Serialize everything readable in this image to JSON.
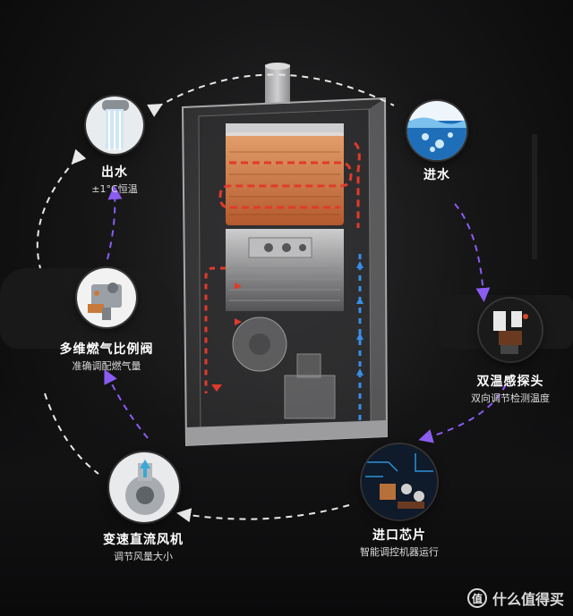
{
  "features": {
    "outlet": {
      "title": "出水",
      "subtitle": "±1°C恒温"
    },
    "inlet": {
      "title": "进水",
      "subtitle": ""
    },
    "gas_valve": {
      "title": "多维燃气比例阀",
      "subtitle": "准确调配燃气量"
    },
    "sensor": {
      "title": "双温感探头",
      "subtitle": "双向调节检测温度"
    },
    "fan": {
      "title": "变速直流风机",
      "subtitle": "调节风量大小"
    },
    "chip": {
      "title": "进口芯片",
      "subtitle": "智能调控机器运行"
    }
  },
  "watermark": {
    "icon": "值",
    "text": "什么值得买"
  },
  "colors": {
    "arrow_white": "#e8e8e8",
    "arrow_purple": "#8a5cf0",
    "copper": "#c8683a",
    "hot_flow": "#e23a2a",
    "cold_flow": "#3a8ee6"
  }
}
